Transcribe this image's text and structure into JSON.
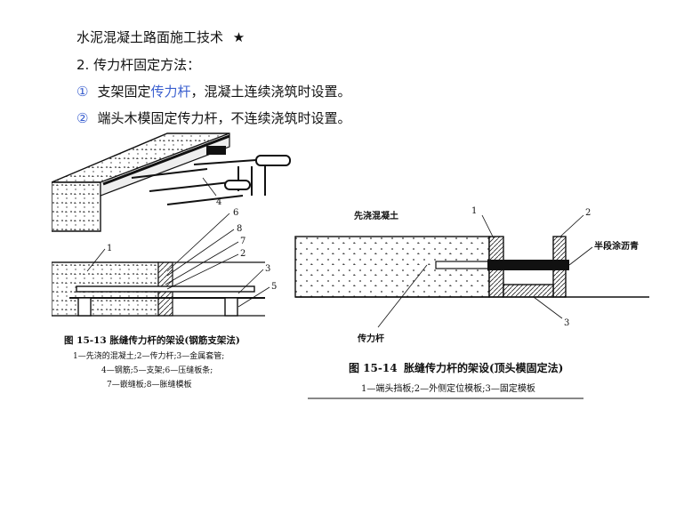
{
  "text": {
    "title": "水泥混凝土路面施工技术",
    "star": "★",
    "heading": "2. 传力杆固定方法：",
    "item1_num": "①",
    "item1_pre": "支架固定",
    "item1_hl": "传力杆",
    "item1_post": "，混凝土连续浇筑时设置。",
    "item2_num": "②",
    "item2_text": "端头木模固定传力杆，不连续浇筑时设置。"
  },
  "fig13": {
    "caption": "图 15-13   胀缝传力杆的架设(钢筋支架法)",
    "legend1": "1—先浇的混凝土;2—传力杆;3—金属套管;",
    "legend2": "4—钢筋;5—支架;6—压缝板条;",
    "legend3": "7—嵌缝板;8—胀缝模板",
    "callouts": [
      "1",
      "4",
      "6",
      "8",
      "7",
      "2",
      "3",
      "5"
    ]
  },
  "fig14": {
    "label_concrete": "先浇混凝土",
    "label_bar": "传力杆",
    "label_coat": "半段涂沥青",
    "callouts": [
      "1",
      "2",
      "3"
    ],
    "caption_num": "图 15-14",
    "caption_text": "胀缝传力杆的架设(顶头模固定法)",
    "legend": "1—端头挡板;2—外侧定位模板;3—固定模板"
  }
}
